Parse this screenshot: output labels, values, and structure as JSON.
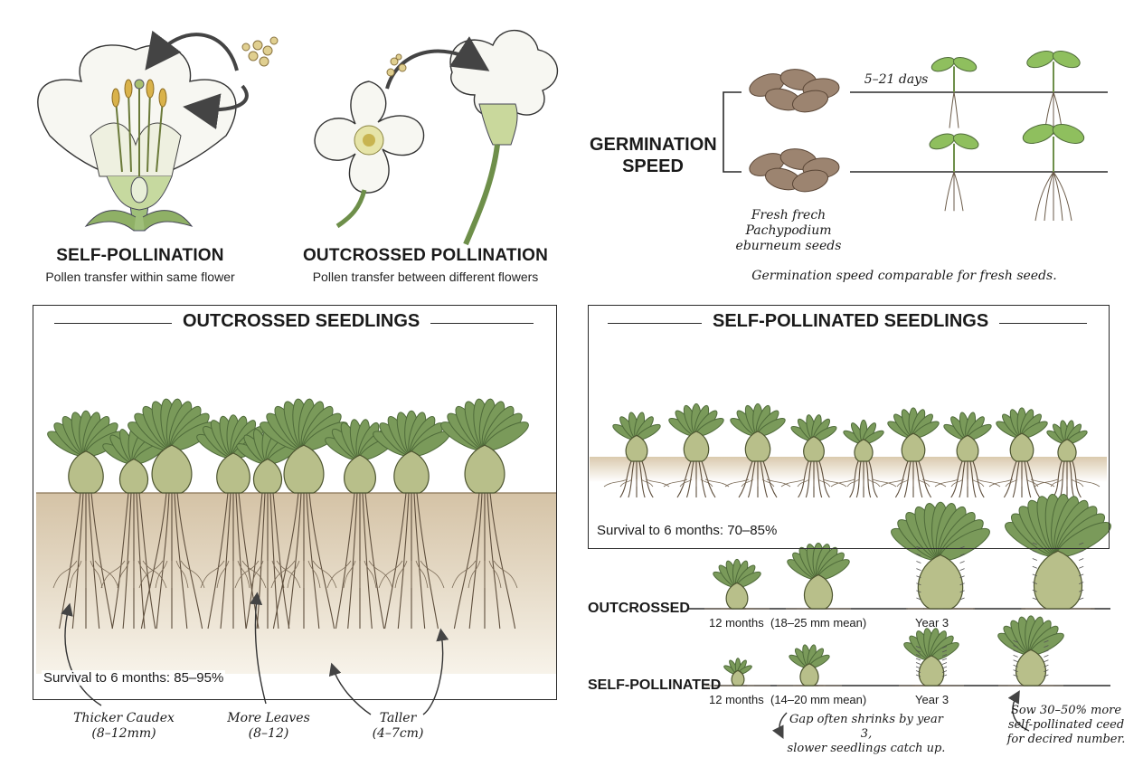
{
  "pollination": {
    "self_title": "SELF-POLLINATION",
    "self_sub": "Pollen transfer within same flower",
    "out_title": "OUTCROSSED POLLINATION",
    "out_sub": "Pollen transfer between different flowers"
  },
  "germination": {
    "title_line1": "GERMINATION",
    "title_line2": "SPEED",
    "days": "5–21 days",
    "seed_label": [
      "Fresh frech",
      "Pachypodium",
      "eburneum seeds"
    ],
    "note": "Germination speed comparable for fresh seeds."
  },
  "outcrossed_panel": {
    "title": "OUTCROSSED SEEDLINGS",
    "survival": "Survival to 6 months: 85–95%",
    "callouts": [
      {
        "line1": "Thicker Caudex",
        "line2": "(8–12mm)"
      },
      {
        "line1": "More Leaves",
        "line2": "(8–12)"
      },
      {
        "line1": "Taller",
        "line2": "(4–7cm)"
      }
    ]
  },
  "self_panel": {
    "title": "SELF-POLLINATED SEEDLINGS",
    "survival": "Survival to 6 months: 70–85%"
  },
  "growth": {
    "outcrossed_label": "OUTCROSSED",
    "self_label": "SELF-POLLINATED",
    "out_month": "12 months",
    "out_mean": "(18–25 mm mean)",
    "out_year": "Year 3",
    "self_month": "12 months",
    "self_mean": "(14–20 mm mean)",
    "self_year": "Year 3",
    "gap_note": [
      "Gap often shrinks by year 3,",
      "slower seedlings catch up."
    ],
    "sow_note": [
      "Sow 30–50% more",
      "self-pollinated ceed",
      "for decired number."
    ]
  },
  "colors": {
    "leaf": "#7a9a5a",
    "leaf_dark": "#4f6b3a",
    "caudex": "#b8bf8a",
    "soil": "#d9c9ad",
    "seed": "#9c8470",
    "ink": "#2a2a2a"
  }
}
